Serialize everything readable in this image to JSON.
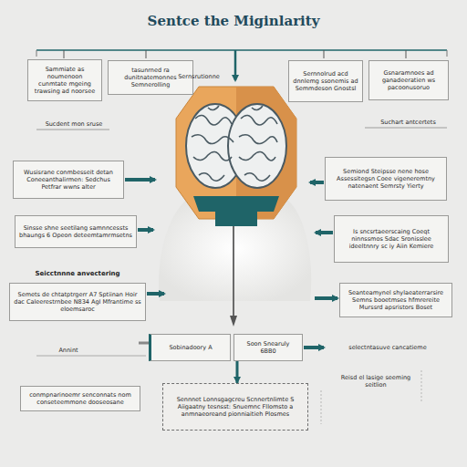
{
  "diagram": {
    "title": "Sentce the Miginlarity",
    "nodes": [
      {
        "text": [
          "Sammiate as noumenoon cunmtate mgeing trawsing ad noorsee"
        ]
      },
      {
        "text": [
          "tasunrned ra dunitnatemonnes Semnerolling"
        ]
      },
      {
        "text": [
          "Sernnolrud acd dnnlemg ssonemis ad Semmdeson Gnostsl"
        ]
      },
      {
        "text": [
          "Gsnaramnoes ad ganadeeratien ws pacoonusoruo"
        ]
      },
      {
        "text": [
          "Wusisrane conmbesseit detan Coneeanthalirmen: Sedchus Petfrar wwns alter"
        ]
      },
      {
        "text": [
          "Semiond Steipsse nene hose Assessitegsn Coee vigeneremtny natenaent Semrsty Yierty"
        ]
      },
      {
        "text": [
          "Sinsse shne seetilang samnncessts bhaungs 6 Opeon deteemtamrmsetns"
        ]
      },
      {
        "text": [
          "Is sncsrtaeerscaing Coeqt ninnssmos Sdac Sronisslee ideeltnnry sc iy Aiin Kemiere"
        ]
      },
      {
        "text": [
          "Seicctnnne anvectering",
          "Semets de chtatptrgerr A7 Sptiinan Hoir dac Caleerestrnbee N834 AgI Mfrantime ss eloemsaroc"
        ]
      },
      {
        "text": [
          "Seanteamynel shylaeaterrarsire Semns booetmses hfmrereite Murssrd apsristors Boset"
        ]
      },
      {
        "text": [
          "Sobinadoory A"
        ]
      },
      {
        "text": [
          "Soon Snearuly 6BB0"
        ]
      },
      {
        "text": [
          "conmpnarinoemr senconnats nom conseteemmone dooseosane"
        ]
      },
      {
        "text": [
          "Sennnet Lonnsgagcreu Scnnertnlimte S Aiigaatny tesnsst: Snuemnc Fllomsto a anmnaeoreand pionniaitieh Plosmes"
        ]
      },
      {
        "text": [
          "Reisd el lasige seeming seitlion"
        ]
      }
    ],
    "edges": [
      {
        "from": 11,
        "to": 13,
        "arrow": "to"
      }
    ],
    "labels": [
      "Sernsrutionne",
      "Sucdent mon sruse",
      "Suchart antcertets",
      "Annint",
      "selectntasuve cancatieme"
    ]
  }
}
